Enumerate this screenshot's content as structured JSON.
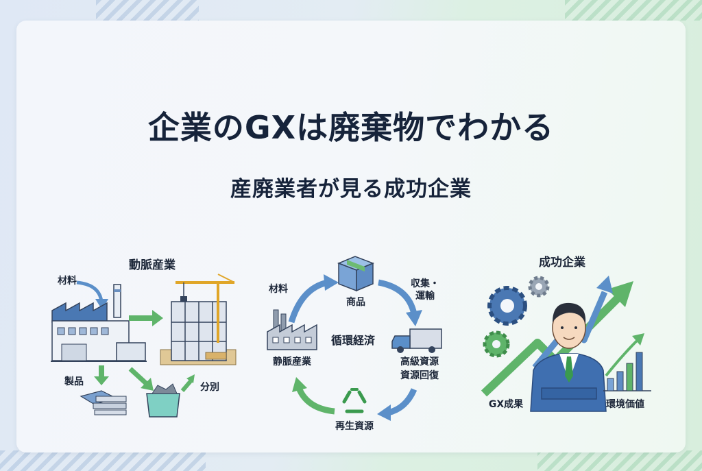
{
  "title": "企業のGXは廃棄物でわかる",
  "subtitle": "産廃業者が見る成功企業",
  "left_panel": {
    "heading": "動脈産業",
    "material": "材料",
    "product": "製品",
    "sorting": "分別"
  },
  "center_panel": {
    "material": "材料",
    "goods": "商品",
    "collection_line1": "収集・",
    "collection_line2": "運輸",
    "center": "循環経済",
    "venous": "静脈産業",
    "recovery_line1": "高級資源",
    "recovery_line2": "資源回復",
    "recycled": "再生資源"
  },
  "right_panel": {
    "heading": "成功企業",
    "gx_result": "GX成果",
    "env_value": "環境価値"
  },
  "colors": {
    "navy": "#16233a",
    "blue": "#5b8fc9",
    "green": "#5fb46a",
    "dark_green": "#2f8a45"
  }
}
